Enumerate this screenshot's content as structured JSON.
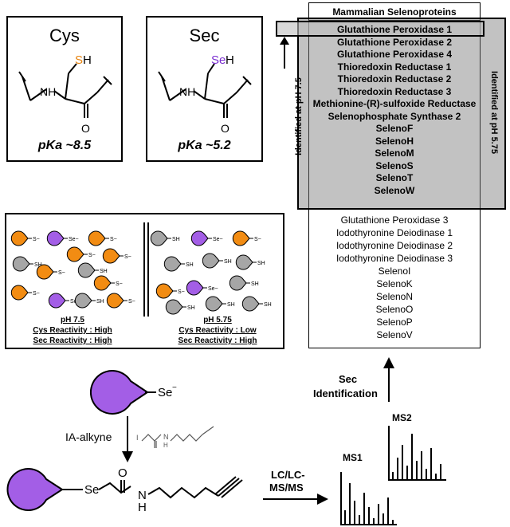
{
  "cys_panel": {
    "title": "Cys",
    "atom_main": "S",
    "atom_h": "H",
    "nh": "NH",
    "carbonyl_o": "O",
    "pka": "pKa ~8.5",
    "atom_color": "#e8830e"
  },
  "sec_panel": {
    "title": "Sec",
    "atom_main": "Se",
    "atom_h": "H",
    "nh": "NH",
    "carbonyl_o": "O",
    "pka": "pKa ~5.2",
    "atom_color": "#7b2fd0"
  },
  "selenoproteins": {
    "header": "Mammalian Selenoproteins",
    "ph75_label": "Identified at pH 7.5",
    "ph575_label": "Identified at pH 5.75",
    "identified": [
      "Glutathione Peroxidase 1",
      "Glutathione Peroxidase 2",
      "Glutathione Peroxidase 4",
      "Thioredoxin Reductase 1",
      "Thioredoxin Reductase 2",
      "Thioredoxin Reductase 3",
      "Methionine-(R)-sulfoxide Reductase",
      "Selenophosphate Synthase 2",
      "SelenoF",
      "SelenoH",
      "SelenoM",
      "SelenoS",
      "SelenoT",
      "SelenoW"
    ],
    "not_identified": [
      "Glutathione Peroxidase 3",
      "Iodothyronine Deiodinase 1",
      "Iodothyronine Deiodinase 2",
      "Iodothyronine Deiodinase 3",
      "SelenoI",
      "SelenoK",
      "SelenoN",
      "SelenoO",
      "SelenoP",
      "SelenoV"
    ]
  },
  "reactivity": {
    "left": {
      "ph": "pH 7.5",
      "cys": "Cys Reactivity : High",
      "sec": "Sec Reactivity : High"
    },
    "right": {
      "ph": "pH 5.75",
      "cys": "Cys Reactivity : Low",
      "sec": "Sec Reactivity : High"
    },
    "sh_label": "SH",
    "s_minus": "S",
    "se_minus": "Se",
    "colors": {
      "cys_active": "#f28c13",
      "cys_inactive": "#a6a6a6",
      "sec": "#a35ee6"
    }
  },
  "workflow": {
    "se_label": "Se",
    "reagent": "IA-alkyne",
    "reagent_i": "I",
    "reagent_nh": "N",
    "reagent_h": "H",
    "product_se": "Se",
    "product_o": "O",
    "product_n": "N",
    "product_h": "H",
    "lcms": "LC/LC-\nMS/MS",
    "lcms_line1": "LC/LC-",
    "lcms_line2": "MS/MS",
    "ms1": "MS1",
    "ms2": "MS2",
    "sec_id_line1": "Sec",
    "sec_id_line2": "Identification"
  }
}
